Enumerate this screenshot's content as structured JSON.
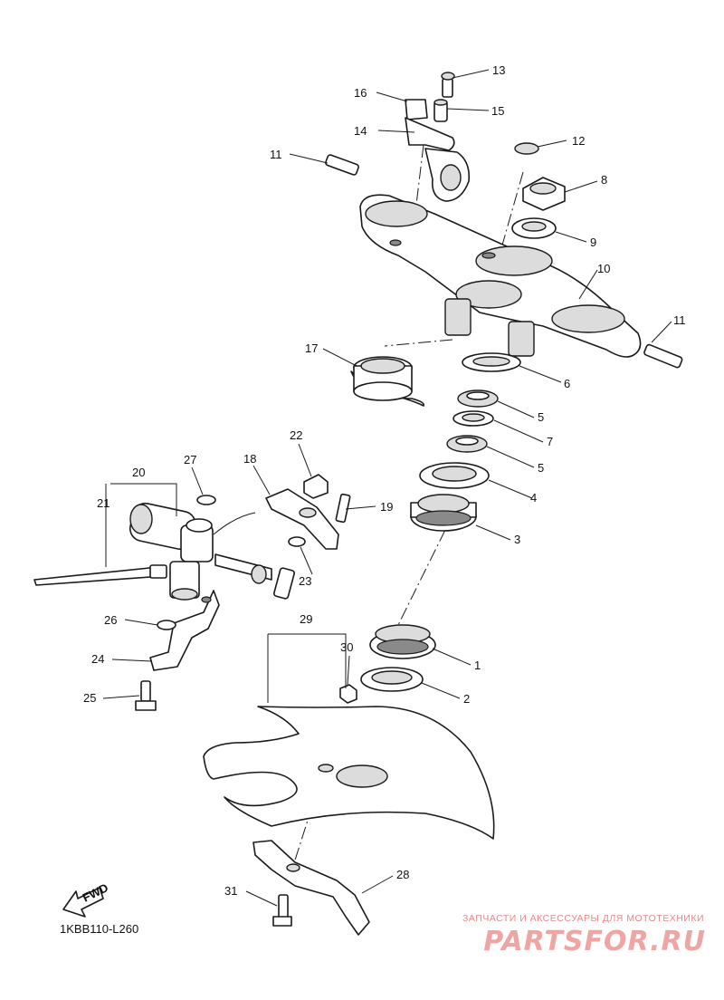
{
  "diagram": {
    "code": "1KBB110-L260",
    "fwd_label": "FWD",
    "callouts": [
      {
        "id": "c13",
        "label": "13"
      },
      {
        "id": "c16",
        "label": "16"
      },
      {
        "id": "c15",
        "label": "15"
      },
      {
        "id": "c14",
        "label": "14"
      },
      {
        "id": "c12",
        "label": "12"
      },
      {
        "id": "c11a",
        "label": "11"
      },
      {
        "id": "c8",
        "label": "8"
      },
      {
        "id": "c9",
        "label": "9"
      },
      {
        "id": "c10",
        "label": "10"
      },
      {
        "id": "c11b",
        "label": "11"
      },
      {
        "id": "c17",
        "label": "17"
      },
      {
        "id": "c6",
        "label": "6"
      },
      {
        "id": "c5a",
        "label": "5"
      },
      {
        "id": "c7",
        "label": "7"
      },
      {
        "id": "c5b",
        "label": "5"
      },
      {
        "id": "c4",
        "label": "4"
      },
      {
        "id": "c3",
        "label": "3"
      },
      {
        "id": "c22",
        "label": "22"
      },
      {
        "id": "c20",
        "label": "20"
      },
      {
        "id": "c27",
        "label": "27"
      },
      {
        "id": "c18",
        "label": "18"
      },
      {
        "id": "c19",
        "label": "19"
      },
      {
        "id": "c21",
        "label": "21"
      },
      {
        "id": "c23",
        "label": "23"
      },
      {
        "id": "c26",
        "label": "26"
      },
      {
        "id": "c29",
        "label": "29"
      },
      {
        "id": "c30",
        "label": "30"
      },
      {
        "id": "c1",
        "label": "1"
      },
      {
        "id": "c24",
        "label": "24"
      },
      {
        "id": "c2",
        "label": "2"
      },
      {
        "id": "c25",
        "label": "25"
      },
      {
        "id": "c28",
        "label": "28"
      },
      {
        "id": "c31",
        "label": "31"
      }
    ]
  },
  "watermark": {
    "tagline": "ЗАПЧАСТИ И АКСЕССУАРЫ ДЛЯ МОТОТЕХНИКИ",
    "logo": "PARTSFOR.RU"
  }
}
